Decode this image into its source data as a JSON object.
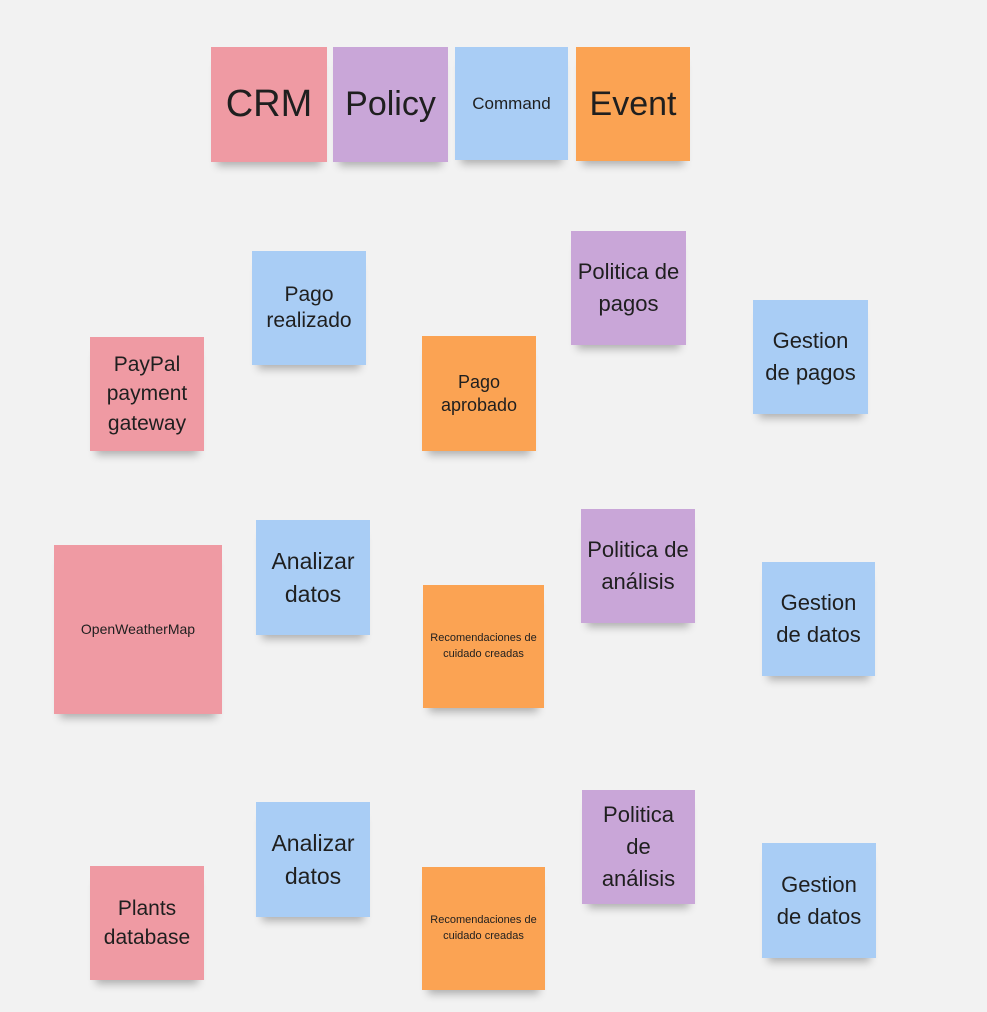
{
  "colors": {
    "background": "#f2f2f2",
    "crm": "#ef9aa3",
    "policy": "#c9a6d8",
    "command": "#a9cdf5",
    "event": "#fba353"
  },
  "legend": {
    "crm": "CRM",
    "policy": "Policy",
    "command": "Command",
    "event": "Event"
  },
  "row1": {
    "crm": "PayPal payment gateway",
    "command": "Pago realizado",
    "event": "Pago aprobado",
    "policy": "Politica de pagos",
    "command2": "Gestion de pagos"
  },
  "row2": {
    "crm": "OpenWeatherMap",
    "command": "Analizar datos",
    "event": "Recomendaciones de cuidado creadas",
    "policy": "Politica de análisis",
    "command2": "Gestion de datos"
  },
  "row3": {
    "crm": "Plants database",
    "command": "Analizar datos",
    "event": "Recomendaciones de cuidado creadas",
    "policy": "Politica de análisis",
    "command2": "Gestion de datos"
  }
}
